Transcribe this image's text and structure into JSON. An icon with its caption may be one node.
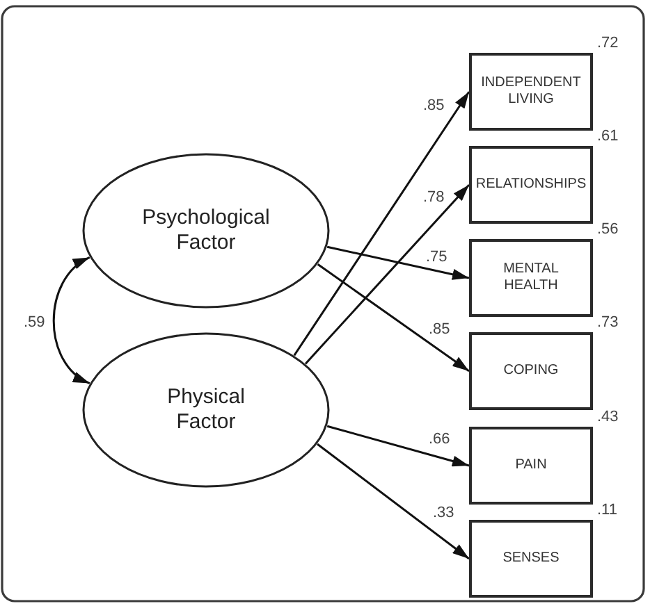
{
  "diagram": {
    "nodes": [
      {
        "text": [
          "Psychological Factor"
        ]
      },
      {
        "text": [
          "Physical Factor"
        ]
      },
      {
        "text": [
          "INDEPENDENT LIVING"
        ],
        "beside": [
          ".72"
        ]
      },
      {
        "text": [
          "RELATIONSHIPS"
        ],
        "beside": [
          ".61"
        ]
      },
      {
        "text": [
          "MENTAL HEALTH"
        ],
        "beside": [
          ".56"
        ]
      },
      {
        "text": [
          "COPING"
        ],
        "beside": [
          ".73"
        ]
      },
      {
        "text": [
          "PAIN"
        ],
        "beside": [
          ".43"
        ]
      },
      {
        "text": [
          "SENSES"
        ],
        "beside": [
          ".11"
        ]
      }
    ],
    "edges": [
      {
        "from": 0,
        "to": 1,
        "arrow": "both",
        "label": ".59"
      },
      {
        "from": 1,
        "to": 2,
        "arrow": "to",
        "label": ".85"
      },
      {
        "from": 1,
        "to": 3,
        "arrow": "to",
        "label": ".78"
      },
      {
        "from": 0,
        "to": 4,
        "arrow": "to",
        "label": ".75"
      },
      {
        "from": 0,
        "to": 5,
        "arrow": "to",
        "label": ".85"
      },
      {
        "from": 1,
        "to": 6,
        "arrow": "to",
        "label": ".66"
      },
      {
        "from": 1,
        "to": 7,
        "arrow": "to",
        "label": ".33"
      }
    ]
  }
}
